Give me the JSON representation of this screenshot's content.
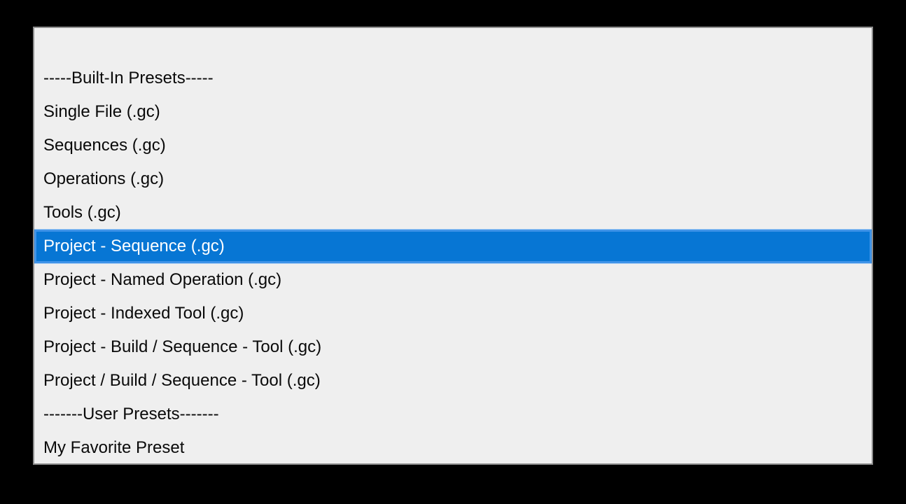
{
  "window": {
    "background": "#000000"
  },
  "listbox": {
    "background": "#efefef",
    "border_color": "#8e8e8e",
    "selection": {
      "fill": "#0776d4",
      "border": "#3e93e8",
      "outer_ring": "#a9cdf3",
      "text_color": "#ffffff",
      "selected_label": "Project - Sequence (.gc)"
    },
    "items": [
      {
        "label": "-----Built-In Presets-----",
        "type": "separator",
        "selected": false
      },
      {
        "label": "Single File (.gc)",
        "type": "option",
        "selected": false
      },
      {
        "label": "Sequences (.gc)",
        "type": "option",
        "selected": false
      },
      {
        "label": "Operations (.gc)",
        "type": "option",
        "selected": false
      },
      {
        "label": "Tools (.gc)",
        "type": "option",
        "selected": false
      },
      {
        "label": "Project - Sequence (.gc)",
        "type": "option",
        "selected": true
      },
      {
        "label": "Project - Named Operation (.gc)",
        "type": "option",
        "selected": false
      },
      {
        "label": "Project - Indexed Tool (.gc)",
        "type": "option",
        "selected": false
      },
      {
        "label": "Project - Build / Sequence - Tool (.gc)",
        "type": "option",
        "selected": false
      },
      {
        "label": "Project / Build / Sequence - Tool (.gc)",
        "type": "option",
        "selected": false
      },
      {
        "label": "-------User Presets-------",
        "type": "separator",
        "selected": false
      },
      {
        "label": "My Favorite Preset",
        "type": "option",
        "selected": false
      }
    ]
  }
}
